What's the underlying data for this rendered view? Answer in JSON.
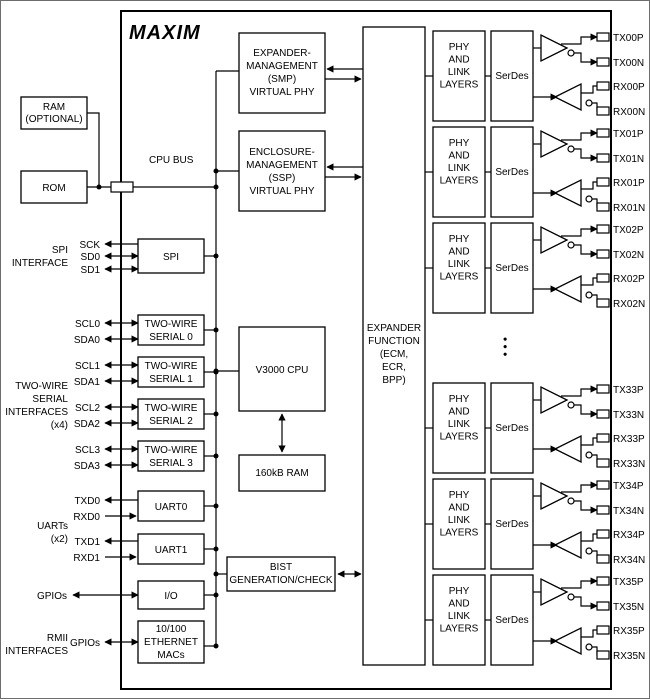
{
  "logo": "MAXIM",
  "blocks": {
    "ram": [
      "RAM",
      "(OPTIONAL)"
    ],
    "rom": "ROM",
    "cpu_bus": "CPU BUS",
    "smp": [
      "EXPANDER-",
      "MANAGEMENT",
      "(SMP)",
      "VIRTUAL PHY"
    ],
    "ssp": [
      "ENCLOSURE-",
      "MANAGEMENT",
      "(SSP)",
      "VIRTUAL PHY"
    ],
    "spi": "SPI",
    "tw0": [
      "TWO-WIRE",
      "SERIAL 0"
    ],
    "tw1": [
      "TWO-WIRE",
      "SERIAL 1"
    ],
    "tw2": [
      "TWO-WIRE",
      "SERIAL 2"
    ],
    "tw3": [
      "TWO-WIRE",
      "SERIAL 3"
    ],
    "cpu": "V3000 CPU",
    "ram160": "160kB RAM",
    "uart0": "UART0",
    "uart1": "UART1",
    "bist": [
      "BIST",
      "GENERATION/CHECK"
    ],
    "io": "I/O",
    "eth": [
      "10/100",
      "ETHERNET",
      "MACs"
    ],
    "expander": [
      "EXPANDER",
      "FUNCTION",
      "(ECM,",
      "ECR,",
      "BPP)"
    ],
    "phy": [
      "PHY",
      "AND",
      "LINK",
      "LAYERS"
    ],
    "serdes": "SerDes",
    "ellipsis": "• • •"
  },
  "left_labels": {
    "spi_interface": [
      "SPI",
      "INTERFACE"
    ],
    "two_wire_interfaces": [
      "TWO-WIRE",
      "SERIAL",
      "INTERFACES",
      "(x4)"
    ],
    "uarts": [
      "UARTs",
      "(x2)"
    ],
    "gpios": "GPIOs",
    "rmii_interfaces": [
      "RMII",
      "INTERFACES"
    ],
    "rmii_gpios": "GPIOs"
  },
  "pins": {
    "spi": [
      "SCK",
      "SD0",
      "SD1"
    ],
    "tw0": [
      "SCL0",
      "SDA0"
    ],
    "tw1": [
      "SCL1",
      "SDA1"
    ],
    "tw2": [
      "SCL2",
      "SDA2"
    ],
    "tw3": [
      "SCL3",
      "SDA3"
    ],
    "uart0": [
      "TXD0",
      "RXD0"
    ],
    "uart1": [
      "TXD1",
      "RXD1"
    ]
  },
  "lanes": [
    [
      "TX00P",
      "TX00N",
      "RX00P",
      "RX00N"
    ],
    [
      "TX01P",
      "TX01N",
      "RX01P",
      "RX01N"
    ],
    [
      "TX02P",
      "TX02N",
      "RX02P",
      "RX02N"
    ],
    [
      "TX33P",
      "TX33N",
      "RX33P",
      "RX33N"
    ],
    [
      "TX34P",
      "TX34N",
      "RX34P",
      "RX34N"
    ],
    [
      "TX35P",
      "TX35N",
      "RX35P",
      "RX35N"
    ]
  ]
}
